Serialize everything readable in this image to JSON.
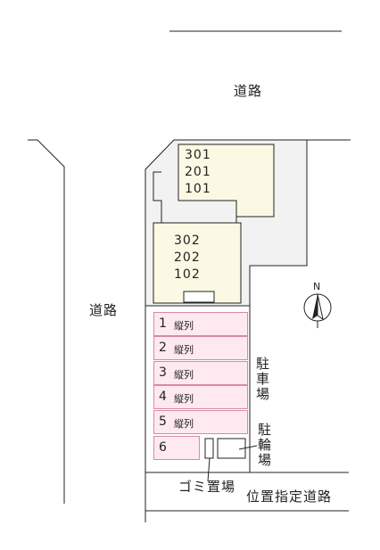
{
  "roads": {
    "north_label": "道路",
    "west_label": "道路",
    "south_label": "位置指定道路"
  },
  "buildings": {
    "north_units": [
      "301",
      "201",
      "101"
    ],
    "south_units": [
      "302",
      "202",
      "102"
    ]
  },
  "parking": {
    "label": "駐車場",
    "spaces": [
      {
        "number": "1",
        "type": "縦列"
      },
      {
        "number": "2",
        "type": "縦列"
      },
      {
        "number": "3",
        "type": "縦列"
      },
      {
        "number": "4",
        "type": "縦列"
      },
      {
        "number": "5",
        "type": "縦列"
      },
      {
        "number": "6",
        "type": ""
      }
    ]
  },
  "bicycle_parking": {
    "label": "駐輪場"
  },
  "garbage": {
    "label": "ゴミ置場"
  },
  "compass": {
    "north_label": "N"
  },
  "colors": {
    "building_fill": "#fbf9e3",
    "site_fill": "#f2f2f2",
    "parking_fill": "#fde9ef",
    "parking_border": "#d98aa0",
    "line": "#222222"
  }
}
